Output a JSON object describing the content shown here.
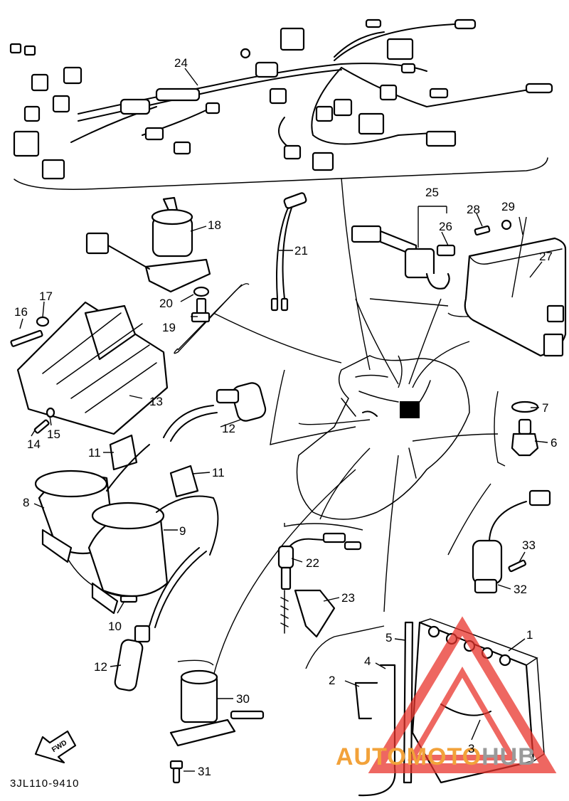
{
  "callouts": {
    "n1": "1",
    "n2": "2",
    "n3": "3",
    "n4": "4",
    "n5": "5",
    "n6": "6",
    "n7": "7",
    "n8": "8",
    "n9": "9",
    "n10": "10",
    "n11a": "11",
    "n11b": "11",
    "n12a": "12",
    "n12b": "12",
    "n13": "13",
    "n14": "14",
    "n15": "15",
    "n16": "16",
    "n17": "17",
    "n18": "18",
    "n19": "19",
    "n20": "20",
    "n21": "21",
    "n22": "22",
    "n23": "23",
    "n24": "24",
    "n25": "25",
    "n26": "26",
    "n27": "27",
    "n28": "28",
    "n29": "29",
    "n30": "30",
    "n31": "31",
    "n32": "32",
    "n33": "33"
  },
  "diagram_code": "3JL110-9410",
  "fwd_label": "FWD",
  "watermark": {
    "part1": "AUTOMOTO",
    "part2": "HUB",
    "color1": "#f2a23a",
    "color2": "#9a9a9a",
    "triangle_color": "#e8342c"
  }
}
